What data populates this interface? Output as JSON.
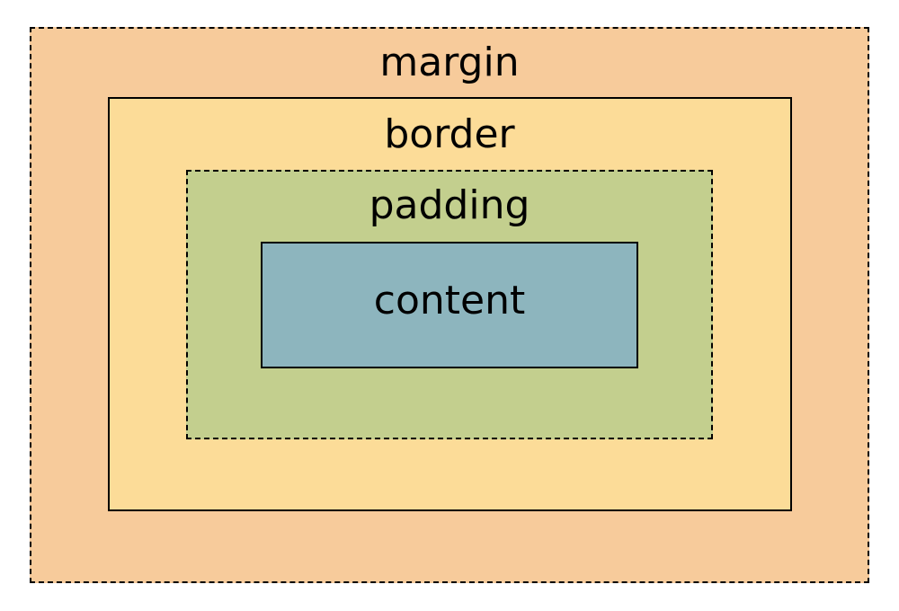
{
  "layers": {
    "margin": {
      "label": "margin",
      "color": "#f7cb9b"
    },
    "border": {
      "label": "border",
      "color": "#fcdc98"
    },
    "padding": {
      "label": "padding",
      "color": "#c3cf8e"
    },
    "content": {
      "label": "content",
      "color": "#8db5be"
    }
  }
}
